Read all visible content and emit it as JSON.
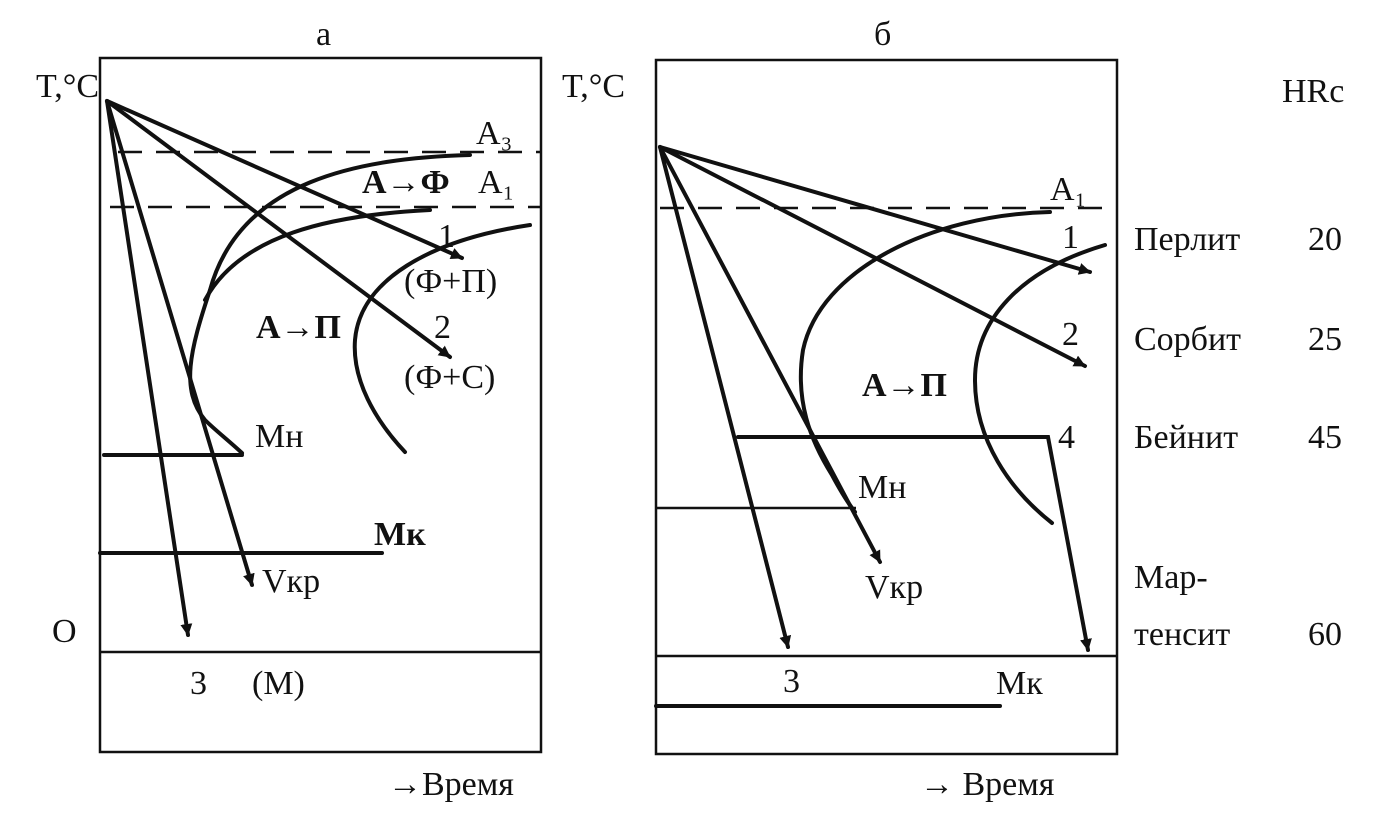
{
  "panel_a": {
    "title": "а",
    "y_axis_label": "T,°C",
    "x_axis_label": "→Время",
    "origin_label": "O",
    "line_labels": {
      "a3": "A₃",
      "a_to_f": "A→Ф",
      "a1": "A₁",
      "curve1": "1",
      "product1": "(Ф+П)",
      "a_to_p": "A→П",
      "curve2": "2",
      "product2": "(Ф+С)",
      "mn": "Mн",
      "mk": "Mк",
      "vkr": "Vкр",
      "curve3": "3",
      "product3": "(M)"
    }
  },
  "panel_b": {
    "title": "б",
    "y_axis_label": "T,°C",
    "x_axis_label": "→ Время",
    "line_labels": {
      "a1": "A₁",
      "curve1": "1",
      "curve2": "2",
      "a_to_p": "A→П",
      "curve4": "4",
      "mn": "Mн",
      "vkr": "Vкр",
      "curve3": "3",
      "mk": "Mк"
    }
  },
  "structures": {
    "hrc_header": "HRc",
    "rows": [
      {
        "name": "Перлит",
        "hrc": "20"
      },
      {
        "name": "Сорбит",
        "hrc": "25"
      },
      {
        "name": "Бейнит",
        "hrc": "45"
      },
      {
        "name_line1": "Мар-",
        "name_line2": "тенсит",
        "hrc": "60"
      }
    ]
  }
}
